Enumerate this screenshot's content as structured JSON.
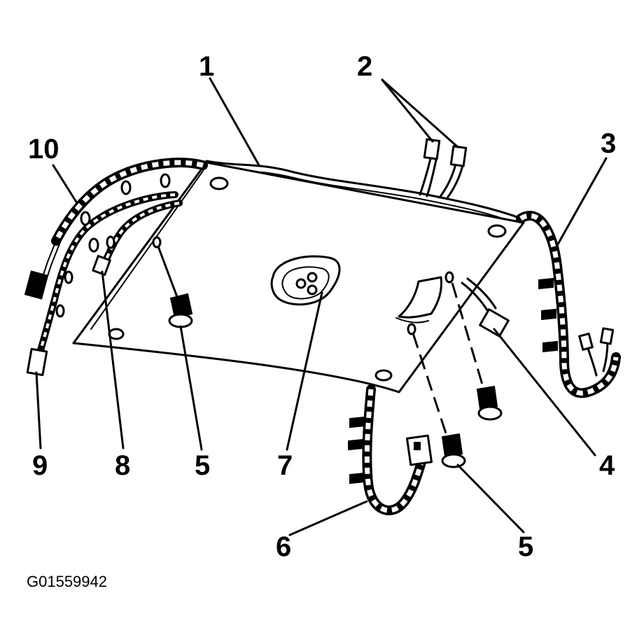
{
  "figure_id": "G01559942",
  "callouts": {
    "c1": "1",
    "c2": "2",
    "c3": "3",
    "c4": "4",
    "c5a": "5",
    "c5b": "5",
    "c6": "6",
    "c7": "7",
    "c8": "8",
    "c9": "9",
    "c10": "10"
  }
}
